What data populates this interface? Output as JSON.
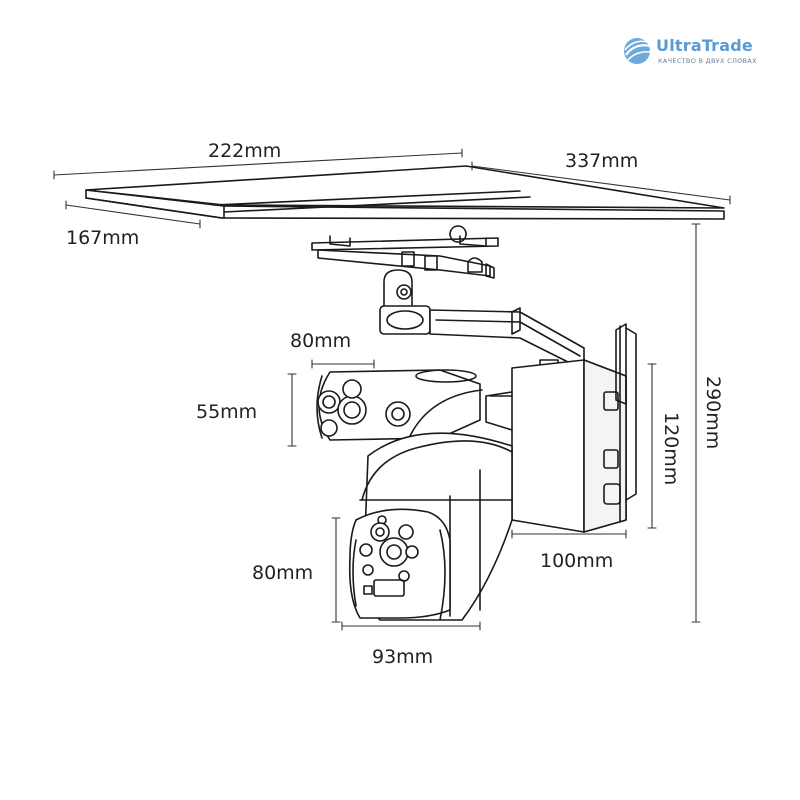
{
  "brand": {
    "name_part1": "Ultra",
    "name_part2": "Trade",
    "tagline": "КАЧЕСТВО В ДВУХ СЛОВАХ",
    "color": "#5a9bd6"
  },
  "dimensions": {
    "panel_width": "222mm",
    "panel_length": "337mm",
    "panel_depth": "167mm",
    "top_camera_width": "80mm",
    "top_camera_height": "55mm",
    "battery_height": "120mm",
    "battery_width": "100mm",
    "total_height": "290mm",
    "dome_camera_height": "80mm",
    "dome_camera_width": "93mm"
  },
  "colors": {
    "line": "#1a1a1a",
    "dim_line": "#333333"
  }
}
